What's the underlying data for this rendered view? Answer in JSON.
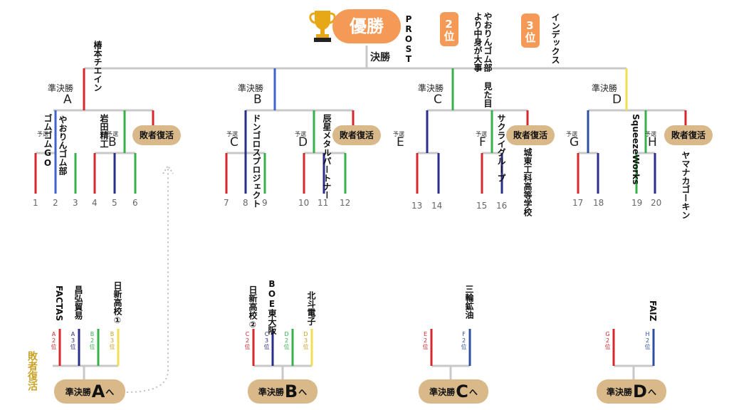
{
  "top": {
    "champion": "優勝",
    "first_team": "PROST",
    "second_badge": "2位",
    "second_team": "やおりんゴム部 見た目より中身が大事",
    "third_badge": "3位",
    "third_team": "インデックス",
    "final": "決勝"
  },
  "semis": {
    "label": "準決勝",
    "A": "A",
    "B": "B",
    "C": "C",
    "D": "D",
    "winner_A": "椿本チエイン"
  },
  "group_letters": {
    "B": "B",
    "C": "C",
    "D": "D",
    "E": "E",
    "F": "F",
    "G": "G",
    "H": "H"
  },
  "prelim": "予選",
  "revival": "敗者復活",
  "teams": {
    "gomugomu": "ゴムゴムGO",
    "yaorin": "やおりんゴム部",
    "iwata": "岩田精工",
    "dongoro": "ドンゴロスプロジェクト",
    "tatsuboshi": "辰星メタルパートナー",
    "sakura": "サクライグループ",
    "johtoh": "城東工科高等学校",
    "squeeze": "SqueezeWorks",
    "yamanaka": "ヤマナカゴーキン"
  },
  "numbers": [
    "1",
    "2",
    "3",
    "4",
    "5",
    "6",
    "7",
    "8",
    "9",
    "10",
    "11",
    "12",
    "13",
    "14",
    "15",
    "16",
    "17",
    "18",
    "19",
    "20"
  ],
  "loser": {
    "title": "敗者復活",
    "to_semi": "準決勝",
    "he": "へ",
    "A": "A",
    "B": "B",
    "C": "C",
    "D": "D",
    "teams": {
      "factas": "FACTAS",
      "masahiro": "昌弘貿易",
      "nisshin1": "日新高校①",
      "nisshin2": "日新高校②",
      "boe": "BOE東大阪",
      "hokuto": "北斗電子",
      "miwa": "三輪鉱油",
      "faiz": "FAIZ"
    },
    "tags": {
      "A2": "A2位",
      "A3": "A3位",
      "B2": "B2位",
      "B3": "B3位",
      "C2": "C2位",
      "C3": "C3位",
      "D2": "D2位",
      "D3": "D3位",
      "E2": "E2位",
      "F2": "F2位",
      "G2": "G2位",
      "H2": "H2位"
    }
  },
  "colors": {
    "orange": "#f59a56",
    "gold": "#e6a817",
    "tan": "#d9b98a",
    "line": "#c8c8c8",
    "red": "#d6262e",
    "blue": "#3f63c8",
    "navy": "#2c2c8c",
    "green": "#36b14a",
    "yellow": "#f0e050",
    "revival_text": "#c9a227"
  }
}
